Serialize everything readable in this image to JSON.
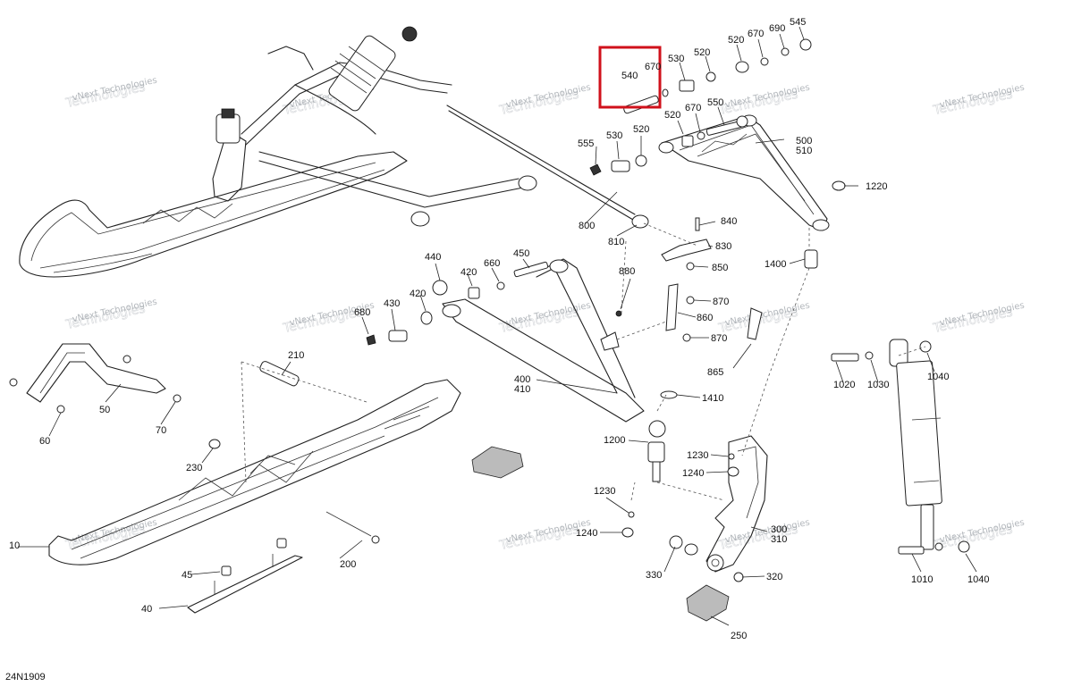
{
  "diagram_code": "24N1909",
  "watermark": {
    "line1": "vNext Technologies",
    "line2": "Technologies"
  },
  "highlight_label": "540",
  "labels": {
    "p10": "10",
    "p40": "40",
    "p45": "45",
    "p50": "50",
    "p60": "60",
    "p70": "70",
    "p200": "200",
    "p210": "210",
    "p230": "230",
    "p250": "250",
    "p300": "300",
    "p310": "310",
    "p320": "320",
    "p330": "330",
    "p400": "400",
    "p410": "410",
    "p420a": "420",
    "p420b": "420",
    "p430": "430",
    "p440": "440",
    "p450": "450",
    "p500": "500",
    "p510": "510",
    "p520a": "520",
    "p520b": "520",
    "p520c": "520",
    "p520d": "520",
    "p530a": "530",
    "p530b": "530",
    "p540": "540",
    "p545": "545",
    "p550": "550",
    "p555": "555",
    "p660": "660",
    "p670a": "670",
    "p670b": "670",
    "p670c": "670",
    "p680": "680",
    "p690": "690",
    "p800": "800",
    "p810": "810",
    "p830": "830",
    "p840": "840",
    "p850": "850",
    "p860": "860",
    "p865": "865",
    "p870a": "870",
    "p870b": "870",
    "p880": "880",
    "p1010": "1010",
    "p1020": "1020",
    "p1030": "1030",
    "p1040a": "1040",
    "p1040b": "1040",
    "p1200": "1200",
    "p1220": "1220",
    "p1230a": "1230",
    "p1230b": "1230",
    "p1240a": "1240",
    "p1240b": "1240",
    "p1400": "1400",
    "p1410": "1410"
  }
}
